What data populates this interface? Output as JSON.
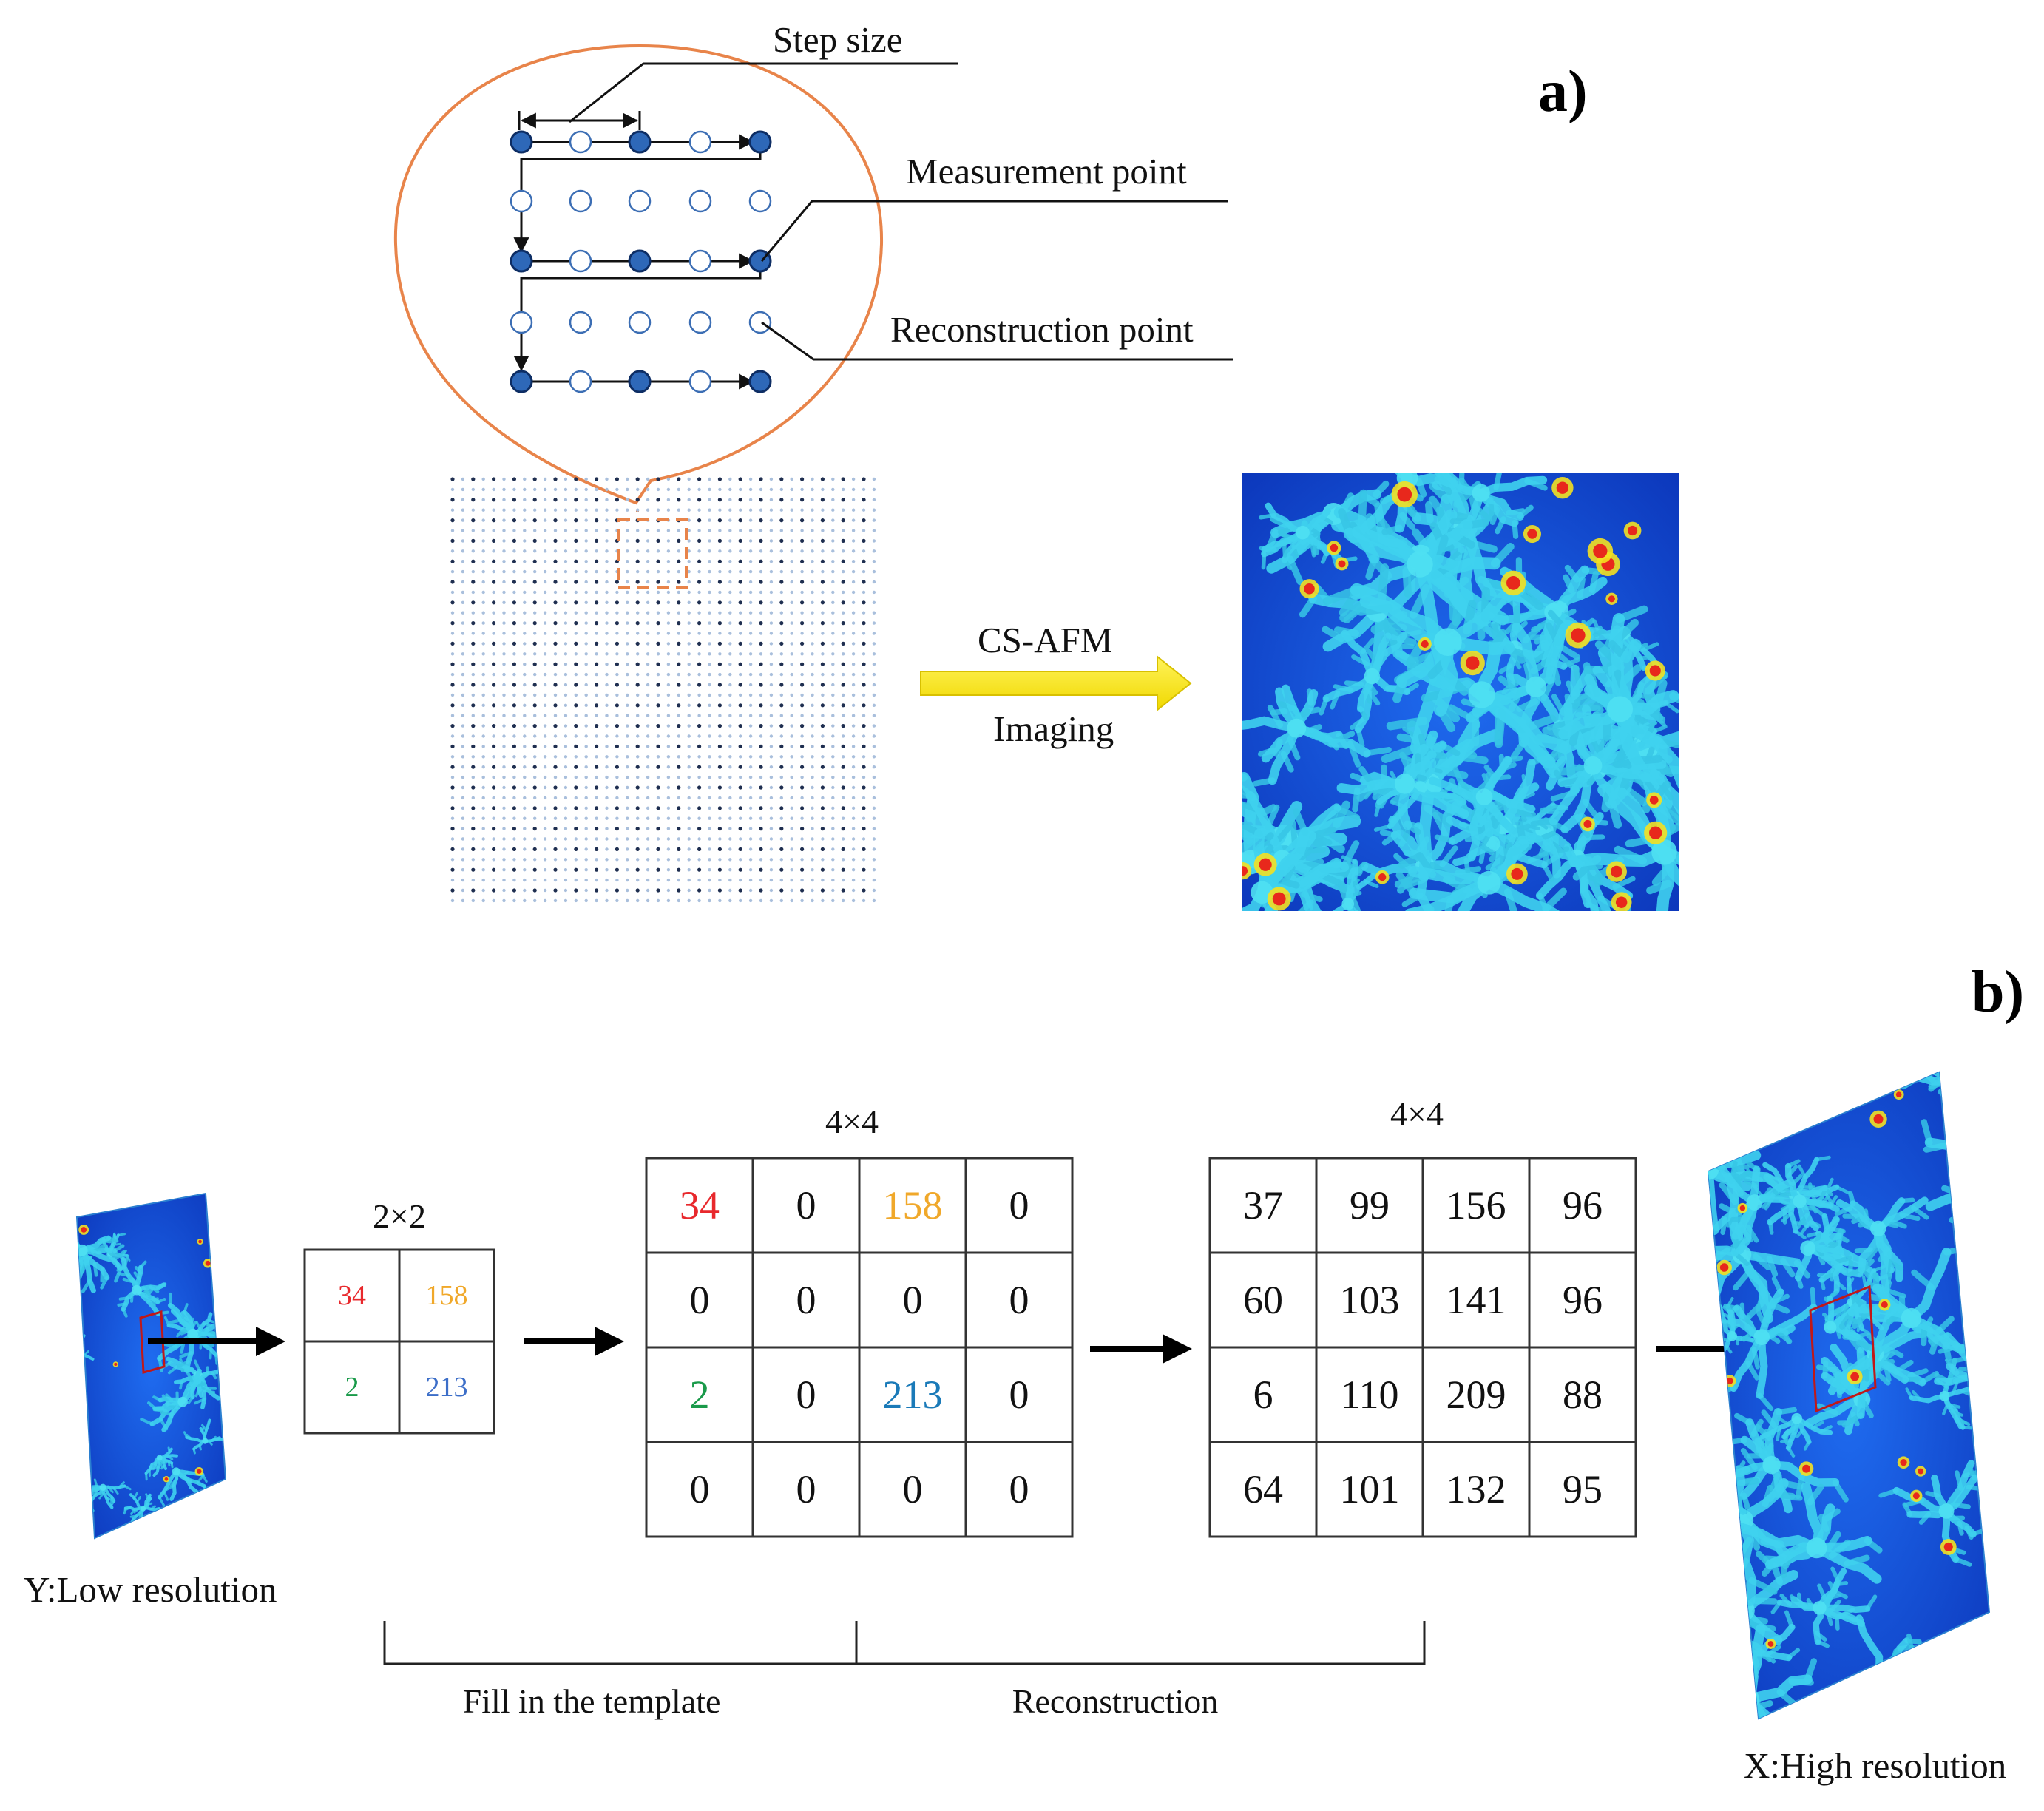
{
  "panel_a": {
    "letter": "a)",
    "labels": {
      "step_size": "Step size",
      "measurement_point": "Measurement  point",
      "reconstruction_point": "Reconstruction point"
    },
    "arrow": {
      "top_label": "CS-AFM",
      "bottom_label": "Imaging",
      "color": "#ffee00"
    },
    "colors": {
      "callout": "#e8844a",
      "point_fill": "#2e68b8",
      "point_stroke": "#0d2d64",
      "reconstruction_ring": "#3c6eb4",
      "dashed_box": "#e8844a"
    }
  },
  "panel_b": {
    "letter": "b)",
    "low_res_label": "Y:Low  resolution",
    "high_res_label": "X:High  resolution",
    "small_matrix": {
      "title": "2×2",
      "cells": [
        {
          "value": "34",
          "color": "#e8282c"
        },
        {
          "value": "158",
          "color": "#f0a82a"
        },
        {
          "value": "2",
          "color": "#1a9a4a"
        },
        {
          "value": "213",
          "color": "#3c6ec8"
        }
      ]
    },
    "template_matrix": {
      "title": "4×4",
      "rows": [
        [
          {
            "value": "34",
            "color": "#e8282c"
          },
          {
            "value": "0",
            "color": "#111111"
          },
          {
            "value": "158",
            "color": "#f0a82a"
          },
          {
            "value": "0",
            "color": "#111111"
          }
        ],
        [
          {
            "value": "0",
            "color": "#111111"
          },
          {
            "value": "0",
            "color": "#111111"
          },
          {
            "value": "0",
            "color": "#111111"
          },
          {
            "value": "0",
            "color": "#111111"
          }
        ],
        [
          {
            "value": "2",
            "color": "#1a9a4a"
          },
          {
            "value": "0",
            "color": "#111111"
          },
          {
            "value": "213",
            "color": "#1a7ab8"
          },
          {
            "value": "0",
            "color": "#111111"
          }
        ],
        [
          {
            "value": "0",
            "color": "#111111"
          },
          {
            "value": "0",
            "color": "#111111"
          },
          {
            "value": "0",
            "color": "#111111"
          },
          {
            "value": "0",
            "color": "#111111"
          }
        ]
      ]
    },
    "reconstructed_matrix": {
      "title": "4×4",
      "rows": [
        [
          "37",
          "99",
          "156",
          "96"
        ],
        [
          "60",
          "103",
          "141",
          "96"
        ],
        [
          "6",
          "110",
          "209",
          "88"
        ],
        [
          "64",
          "101",
          "132",
          "95"
        ]
      ]
    },
    "bracket_labels": {
      "fill": "Fill  in  the  template",
      "reconstruction": "Reconstruction"
    }
  }
}
